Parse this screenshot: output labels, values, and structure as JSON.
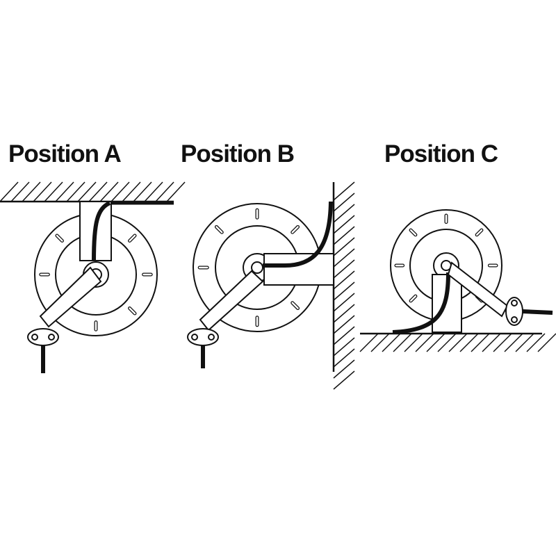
{
  "positions": [
    {
      "label": "Position A",
      "mount": "ceiling"
    },
    {
      "label": "Position B",
      "mount": "wall"
    },
    {
      "label": "Position C",
      "mount": "floor"
    }
  ],
  "colors": {
    "ink": "#111111",
    "background": "#ffffff"
  }
}
